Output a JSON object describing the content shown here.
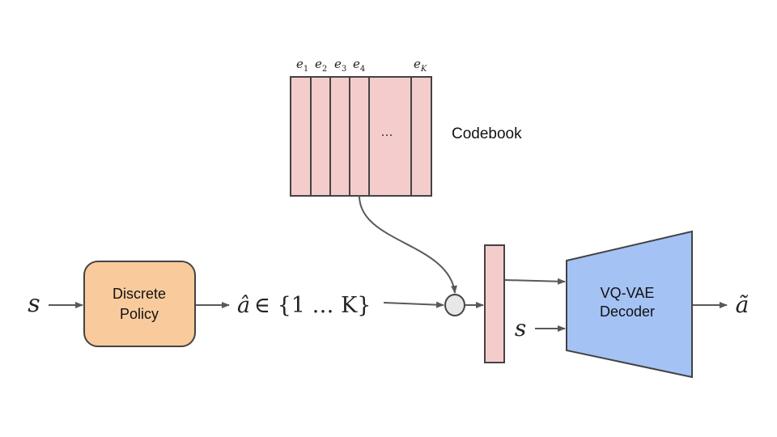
{
  "diagram": {
    "input_state_label": "s",
    "policy_label_line1": "Discrete",
    "policy_label_line2": "Policy",
    "action_hat": "â",
    "action_set": "∈ {1 … K}",
    "codebook_label": "Codebook",
    "codebook_entries": [
      {
        "base": "e",
        "sub": "1"
      },
      {
        "base": "e",
        "sub": "2"
      },
      {
        "base": "e",
        "sub": "3"
      },
      {
        "base": "e",
        "sub": "4"
      },
      {
        "base": "e",
        "sub": "K"
      }
    ],
    "codebook_ellipsis": "…",
    "decoder_label_line1": "VQ-VAE",
    "decoder_label_line2": "Decoder",
    "decoder_state_label": "s",
    "output_label": "ã",
    "colors": {
      "policy_fill": "#f9cb9c",
      "codebook_fill": "#f4cccc",
      "decoder_fill": "#a4c2f4",
      "node_fill": "#e8e8e8",
      "stroke": "#434343",
      "arrow": "#595959"
    }
  }
}
